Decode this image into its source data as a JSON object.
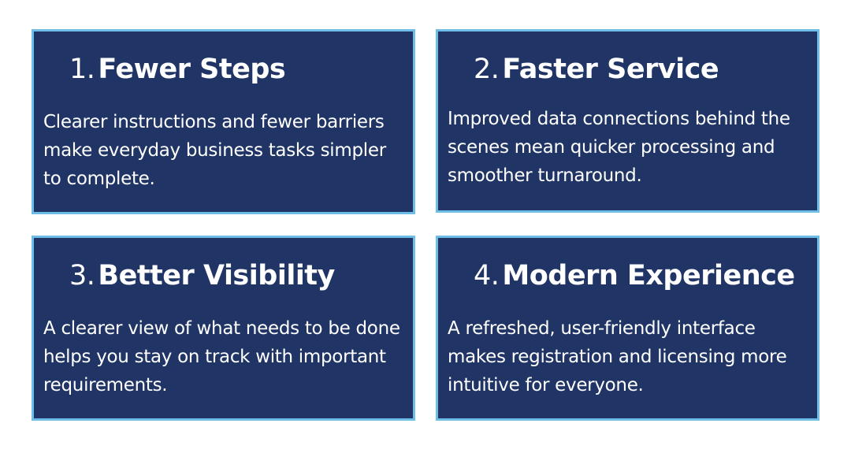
{
  "cards": [
    {
      "number": "1.",
      "title": "Fewer Steps",
      "description": "Clearer instructions and fewer barriers make everyday business tasks simpler to complete."
    },
    {
      "number": "2.",
      "title": "Faster Service",
      "description": "Improved data connections behind the scenes mean quicker processing and smoother turnaround."
    },
    {
      "number": "3.",
      "title": "Better Visibility",
      "description": "A clearer view of what needs to be done helps you stay on track with important requirements."
    },
    {
      "number": "4.",
      "title": "Modern Experience",
      "description": "A refreshed, user-friendly interface makes registration and licensing more intuitive for everyone."
    }
  ],
  "colors": {
    "card_background": "#203565",
    "card_border": "#6ebde6",
    "text": "#ffffff",
    "page_background": "#ffffff"
  }
}
